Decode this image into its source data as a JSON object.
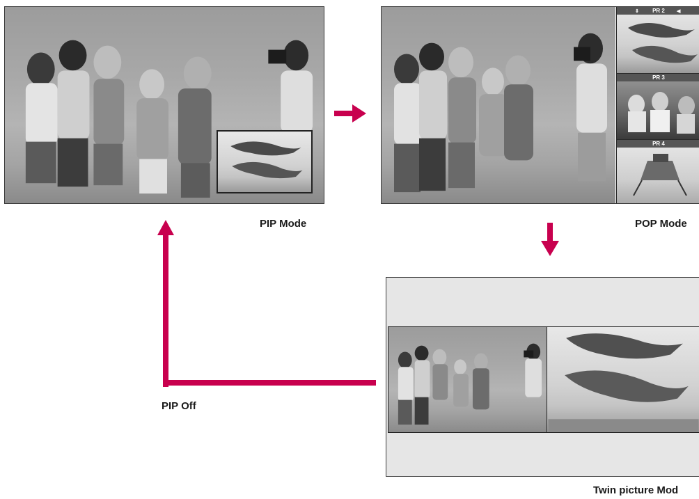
{
  "captions": {
    "pip_mode": "PIP Mode",
    "pop_mode": "POP Mode",
    "pip_off": "PIP Off",
    "twin_mode": "Twin picture Mod"
  },
  "pop_channels": [
    {
      "label": "PR 2"
    },
    {
      "label": "PR 3"
    },
    {
      "label": "PR 4"
    }
  ],
  "colors": {
    "arrow": "#c8004e",
    "twin_background": "#e6e6e6"
  }
}
